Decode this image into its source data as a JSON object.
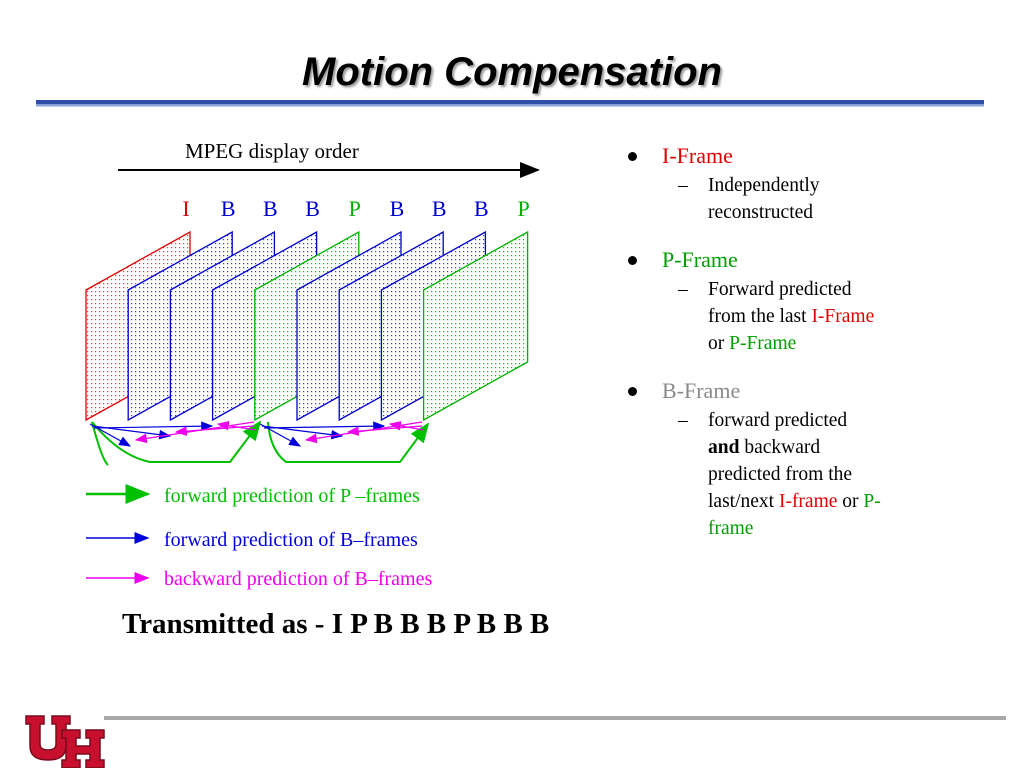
{
  "title": "Motion Compensation",
  "diagram": {
    "display_order_label": "MPEG display order",
    "frames": [
      {
        "label": "I",
        "type": "I"
      },
      {
        "label": "B",
        "type": "B"
      },
      {
        "label": "B",
        "type": "B"
      },
      {
        "label": "B",
        "type": "B"
      },
      {
        "label": "P",
        "type": "P"
      },
      {
        "label": "B",
        "type": "B"
      },
      {
        "label": "B",
        "type": "B"
      },
      {
        "label": "B",
        "type": "B"
      },
      {
        "label": "P",
        "type": "P"
      }
    ],
    "legend": [
      {
        "label": "forward prediction of P –frames",
        "color": "#00c000"
      },
      {
        "label": "forward prediction of B–frames",
        "color": "#0000dd"
      },
      {
        "label": "backward prediction of B–frames",
        "color": "#ee00ee"
      }
    ]
  },
  "transmitted": "Transmitted as - I P B B B P B B B",
  "bullets": {
    "i_frame": {
      "title": "I-Frame",
      "sub1": "Independently",
      "sub2": "reconstructed"
    },
    "p_frame": {
      "title": "P-Frame",
      "sub1": "Forward predicted",
      "sub2_a": "from the last ",
      "sub2_b": "I-Frame",
      "sub3_a": "or ",
      "sub3_b": "P-Frame"
    },
    "b_frame": {
      "title": "B-Frame",
      "sub1": "forward predicted",
      "sub2_a": "and",
      "sub2_b": " backward",
      "sub3": "predicted from the",
      "sub4_a": "last/next ",
      "sub4_b": "I-frame",
      "sub4_c": " or ",
      "sub4_d": "P-",
      "sub5": "frame"
    }
  },
  "dash": "–",
  "colors": {
    "i_frame": "#e00000",
    "p_frame": "#00b000",
    "b_frame": "#0000cc",
    "backward": "#ee00ee",
    "accent_rule": "#1f3f99"
  }
}
